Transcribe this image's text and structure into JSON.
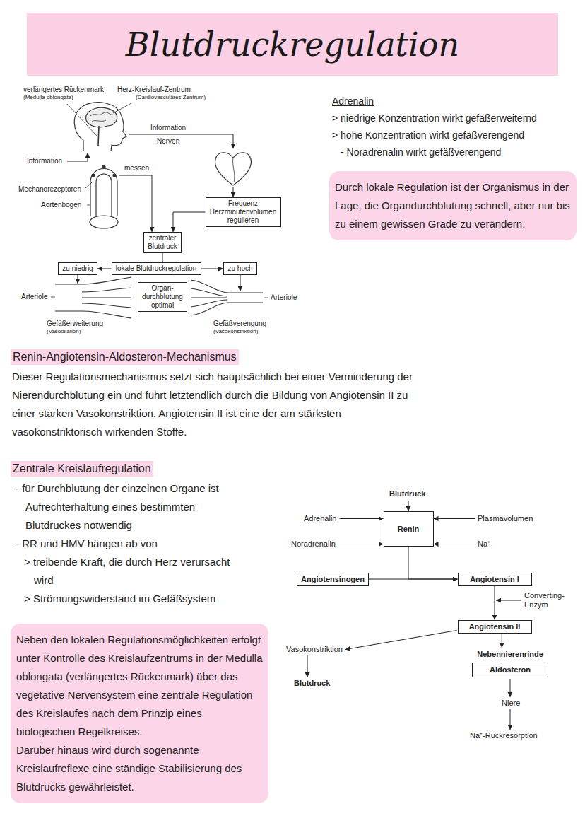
{
  "diagram": {
    "title": "Blutdruckregulation",
    "nodes": [
      {
        "text": [
          "Frequenz Herzminutenvolumen regulieren"
        ]
      },
      {
        "text": [
          "zentraler Blutdruck"
        ]
      },
      {
        "text": [
          "zu niedrig"
        ]
      },
      {
        "text": [
          "lokale Blutdruckregulation"
        ]
      },
      {
        "text": [
          "zu hoch"
        ]
      },
      {
        "text": [
          "Organ- durchblutung optimal"
        ]
      },
      {
        "text": [
          "Durch lokale Regulation ist der Organismus in der Lage, die Organdurchblutung schnell, aber nur bis zu einem gewissen Grade zu verändern."
        ]
      },
      {
        "text": [
          "Renin"
        ]
      },
      {
        "text": [
          "Angiotensinogen"
        ]
      },
      {
        "text": [
          "Angiotensin I"
        ]
      },
      {
        "text": [
          "Angiotensin II"
        ]
      },
      {
        "text": [
          "Nebennierenrinde",
          "Aldosteron"
        ]
      },
      {
        "text": [
          "Neben den lokalen Regulationsmöglichkeiten erfolgt unter Kontrolle des Kreislaufzentrums in der Medulla oblongata (verlängertes Rückenmark) über das vegetative Nervensystem eine zentrale Regulation des Kreislaufes nach dem Prinzip eines biologischen Regelkreises.",
          "Darüber hinaus wird durch sogenannte Kreislaufreflexe eine ständige Stabilisierung des Blutdrucks gewährleistet."
        ]
      }
    ],
    "edges": [
      {
        "from": 0,
        "to": 1,
        "arrow": "to"
      },
      {
        "from": 1,
        "to": 3,
        "arrow": "none"
      },
      {
        "from": 3,
        "to": 2,
        "arrow": "to"
      },
      {
        "from": 3,
        "to": 4,
        "arrow": "to"
      },
      {
        "from": 7,
        "to": 9,
        "arrow": "to"
      },
      {
        "from": 8,
        "to": 9,
        "arrow": "to"
      },
      {
        "from": 9,
        "to": 10,
        "arrow": "to"
      },
      {
        "from": 10,
        "to": 11,
        "arrow": "to"
      }
    ],
    "labels": [
      "verlängertes Rückenmark",
      "(Medulla oblongata)",
      "Herz-Kreislauf-Zentrum",
      "(Cardiovasculäres Zentrum)",
      "Information",
      "Nerven",
      "Information",
      "messen",
      "Mechanorezeptoren",
      "Aortenbogen",
      "Arteriole",
      "Arteriole",
      "Gefäßerweiterung",
      "(Vasodilation)",
      "Gefäßverengung",
      "(Vasokonstriktion)",
      "Adrenalin",
      "> niedrige Konzentration wirkt gefäßerweiternd",
      "> hohe Konzentration wirkt gefäßverengend",
      "- Noradrenalin wirkt gefäßverengend",
      "Renin-Angiotensin-Aldosteron-Mechanismus",
      "Dieser Regulationsmechanismus setzt sich hauptsächlich bei einer Verminderung der Nierendurchblutung ein und führt letztendlich durch die Bildung von Angiotensin II zu einer starken Vasokonstriktion. Angiotensin II ist eine der am stärksten vasokonstriktorisch wirkenden Stoffe.",
      "Zentrale Kreislaufregulation",
      "- für Durchblutung der einzelnen Organe ist Aufrechterhaltung eines bestimmten Blutdruckes notwendig",
      "- RR und HMV hängen ab von",
      "> treibende Kraft, die durch Herz verursacht wird",
      "> Strömungswiderstand im Gefäßsystem",
      "Blutdruck",
      "Adrenalin",
      "Noradrenalin",
      "Plasmavolumen",
      "Na⁺",
      "Converting-Enzym",
      "Vasokonstriktion",
      "Blutdruck",
      "Niere",
      "Na⁺-Rückresorption"
    ]
  }
}
